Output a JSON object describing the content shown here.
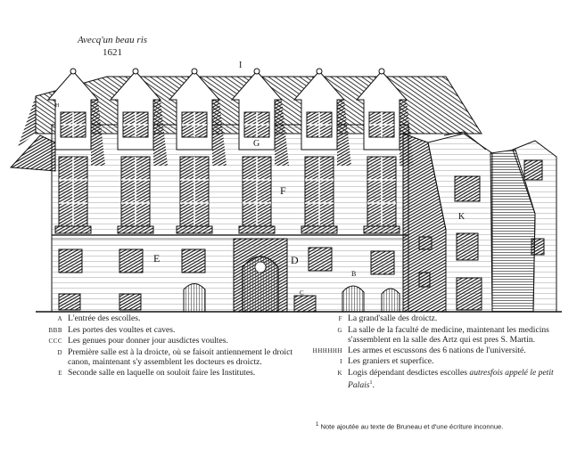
{
  "caption": {
    "line1": "Avecq'un beau ris",
    "line2": "1621"
  },
  "letters": {
    "I": "I",
    "H": "H",
    "G": "G",
    "F": "F",
    "E": "E",
    "D": "D",
    "C": "C",
    "B": "B",
    "K": "K"
  },
  "legend_left": [
    {
      "key": "A",
      "text": "L'entrée des escolles."
    },
    {
      "key": "BBB",
      "text": "Les portes des voultes et caves."
    },
    {
      "key": "CCC",
      "text": "Les genues pour donner jour ausdictes voultes."
    },
    {
      "key": "D",
      "text": "Première salle est à la droicte, où se faisoit antiennement le droict canon, maintenant s'y assemblent les docteurs es droictz."
    },
    {
      "key": "E",
      "text": "Seconde salle en laquelle on souloit faire les Institutes."
    }
  ],
  "legend_right": [
    {
      "key": "F",
      "text": "La grand'salle des droictz."
    },
    {
      "key": "G",
      "text": "La salle de la faculté de medicine, maintenant les medicins s'assemblent en la salle des Artz qui est pres S. Martin."
    },
    {
      "key": "HHHHHH",
      "text": "Les armes et escussons des 6 nations de l'université."
    },
    {
      "key": "I",
      "text": "Les graniers et superfice."
    },
    {
      "key": "K",
      "text": "Logis dépendant desdictes escolles",
      "italic": "autresfois appelé le petit Palais",
      "sup": "1",
      "tail": "."
    }
  ],
  "footnote": {
    "sup": "1",
    "text": "Note ajoutée au texte de Bruneau et d'une écriture inconnue."
  }
}
